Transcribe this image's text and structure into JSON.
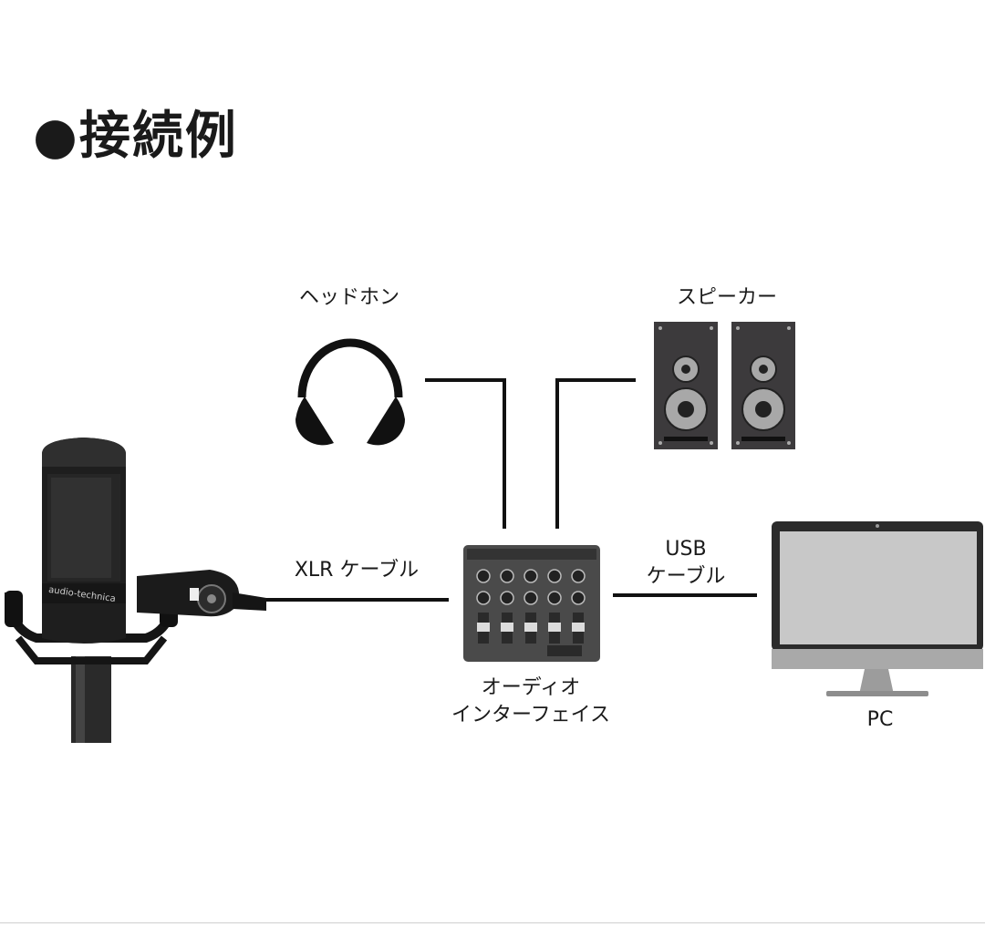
{
  "title": "●接続例",
  "labels": {
    "headphones": "ヘッドホン",
    "speakers": "スピーカー",
    "xlr_cable": "XLR ケーブル",
    "usb_cable_line1": "USB",
    "usb_cable_line2": "ケーブル",
    "interface_line1": "オーディオ",
    "interface_line2": "インターフェイス",
    "pc": "PC",
    "mic_brand": "audio-technica"
  },
  "colors": {
    "line": "#111111",
    "speaker_body": "#3c3a3c",
    "speaker_cone": "#a8a8a8",
    "interface_body": "#4a4a4a",
    "monitor_frame": "#2b2b2b",
    "monitor_screen": "#c8c8c8",
    "monitor_stand": "#a9a9a9"
  }
}
